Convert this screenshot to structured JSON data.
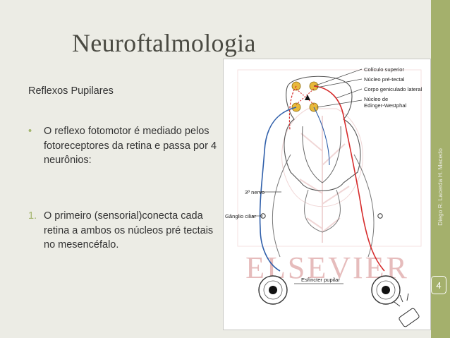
{
  "slide": {
    "title": "Neuroftalmologia",
    "subtitle": "Reflexos Pupilares",
    "bullet1_marker": "•",
    "bullet1": "O reflexo fotomotor é mediado pelos fotoreceptores da retina e passa por 4 neurônios:",
    "item1_marker": "1.",
    "item1": "O primeiro (sensorial)conecta cada retina a ambos os núcleos pré tectais no mesencéfalo.",
    "author": "Diego R. Lacerda H. Macedo",
    "page_number": "4"
  },
  "figure": {
    "watermark": "ELSEVIER",
    "labels": {
      "coliculo": "Colículo superior",
      "pretectal": "Núcleo pré-tectal",
      "geniculado": "Corpo geniculado lateral",
      "ew_line1": "Núcleo de",
      "ew_line2": "Edinger-Westphal",
      "nervo": "3º nervo",
      "ganglio": "Gânglio ciliar",
      "esfincter": "Esfíncter pupilar"
    },
    "colors": {
      "afferent": "#d62b2b",
      "efferent": "#2f5faa",
      "nucleus": "#e8b93a",
      "watermark": "#d9a0a0",
      "accent": "#a4b06c"
    }
  }
}
